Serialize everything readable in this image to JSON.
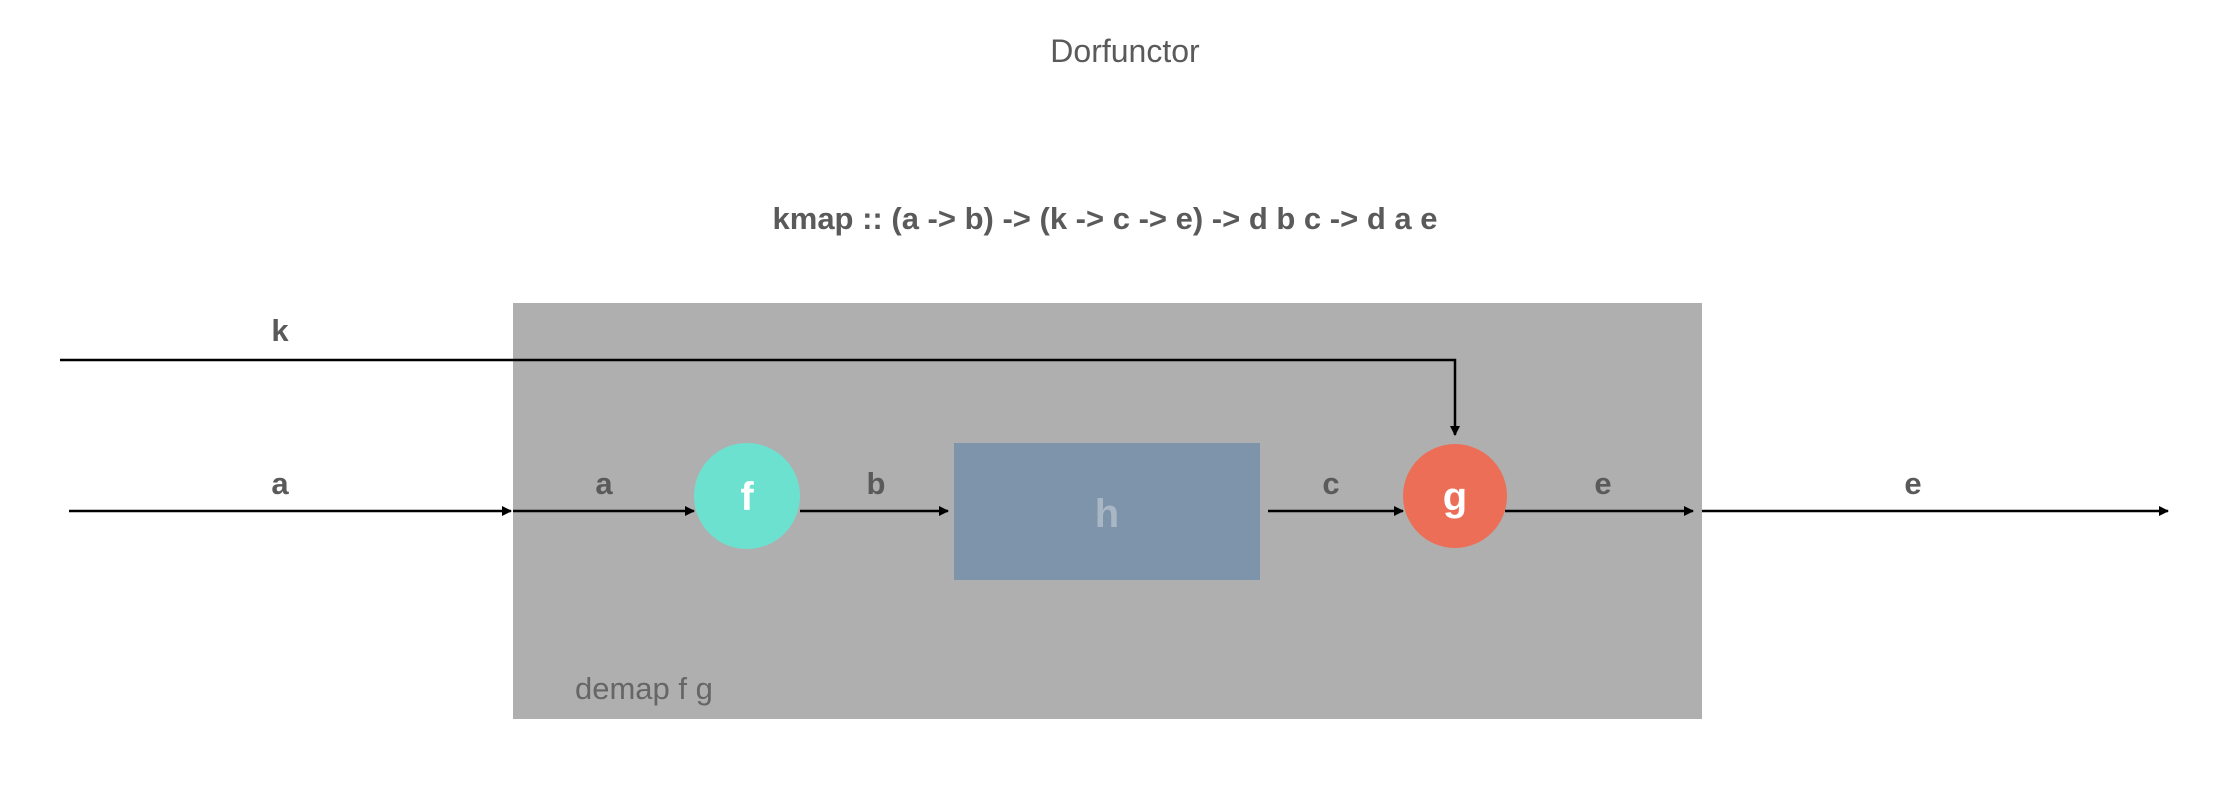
{
  "title": "Dorfunctor",
  "signature": "kmap :: (a -> b) -> (k -> c -> e) -> d b c -> d a e",
  "container": {
    "caption": "demap f g",
    "color": "#afafaf"
  },
  "nodes": {
    "f": {
      "label": "f",
      "color": "#6de1cf",
      "text_color": "#ffffff"
    },
    "h": {
      "label": "h",
      "color": "#7e94ab",
      "text_color": "#a9b6c4"
    },
    "g": {
      "label": "g",
      "color": "#ec6e56",
      "text_color": "#ffffff"
    }
  },
  "wire_labels": {
    "k_input": "k",
    "a_input": "a",
    "a_inner": "a",
    "b": "b",
    "c": "c",
    "e_inner": "e",
    "e_output": "e"
  },
  "colors": {
    "text": "#5a5a5a",
    "wire": "#000000"
  }
}
